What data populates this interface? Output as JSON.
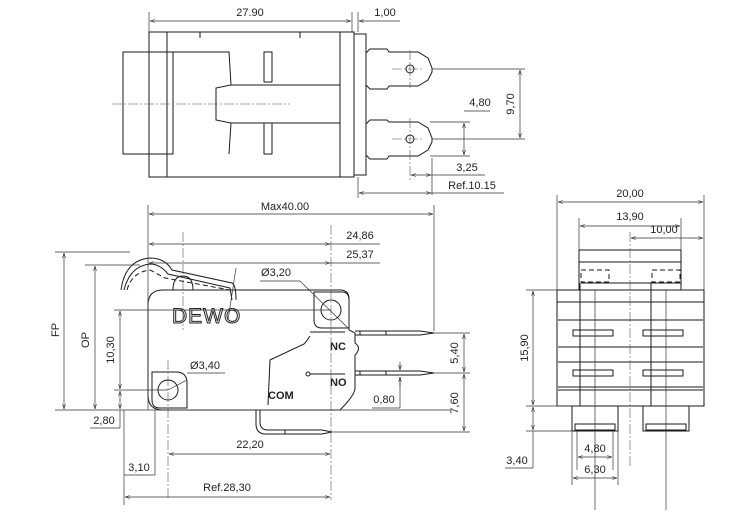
{
  "title": "Micro switch dimension drawing",
  "brand": "DEWO",
  "terminals": {
    "nc": "NC",
    "no": "NO",
    "com": "COM"
  },
  "top_view": {
    "dims": {
      "body_length": "27.90",
      "flange": "1,00",
      "terminal_pitch": "9,70",
      "terminal_width": "4,80",
      "hole_offset": "3,25",
      "terminal_length": "Ref.10.15"
    }
  },
  "side_view": {
    "dims": {
      "max_length": "Max40.00",
      "dim_24": "24,86",
      "dim_25": "25,37",
      "hole_dia_top": "Ø3,20",
      "hole_dia_bottom": "Ø3,40",
      "fp": "FP",
      "op": "OP",
      "hole_spacing_v": "10,30",
      "hole_bottom": "2,80",
      "pin_gap_nc_no": "5,40",
      "pin_gap_no_com": "7,60",
      "pin_thickness": "0,80",
      "hole_spacing_h": "22,20",
      "hole_left": "3,10",
      "body_ref": "Ref.28,30"
    }
  },
  "end_view": {
    "dims": {
      "width": "20,00",
      "mount_width": "13,90",
      "half_width": "10,00",
      "height": "15,90",
      "terminal_height": "3,40",
      "terminal_inner": "4,80",
      "terminal_outer": "6,30"
    }
  }
}
